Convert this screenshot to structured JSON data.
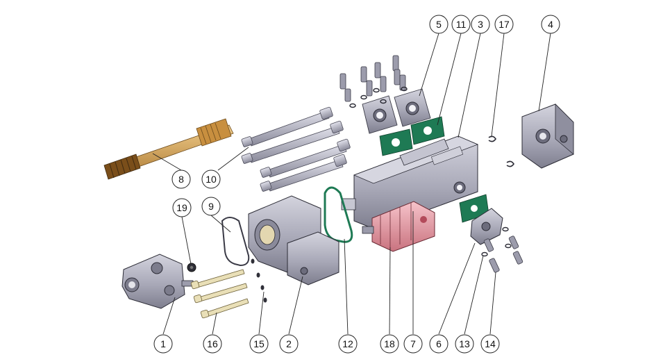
{
  "diagram": {
    "colors": {
      "body_gray": "#b9b9c6",
      "body_dark": "#7c7c8c",
      "gasket_green": "#1e7a54",
      "shaft_tan": "#d9a860",
      "gear_pink": "#e79ea8",
      "outline": "#2b2b35"
    },
    "callouts": [
      {
        "id": "1",
        "label": "1"
      },
      {
        "id": "2",
        "label": "2"
      },
      {
        "id": "3",
        "label": "3"
      },
      {
        "id": "4",
        "label": "4"
      },
      {
        "id": "5",
        "label": "5"
      },
      {
        "id": "6",
        "label": "6"
      },
      {
        "id": "7",
        "label": "7"
      },
      {
        "id": "8",
        "label": "8"
      },
      {
        "id": "9",
        "label": "9"
      },
      {
        "id": "10",
        "label": "10"
      },
      {
        "id": "11",
        "label": "11"
      },
      {
        "id": "12",
        "label": "12"
      },
      {
        "id": "13",
        "label": "13"
      },
      {
        "id": "14",
        "label": "14"
      },
      {
        "id": "15",
        "label": "15"
      },
      {
        "id": "16",
        "label": "16"
      },
      {
        "id": "17",
        "label": "17"
      },
      {
        "id": "18",
        "label": "18"
      },
      {
        "id": "19",
        "label": "19"
      }
    ]
  }
}
